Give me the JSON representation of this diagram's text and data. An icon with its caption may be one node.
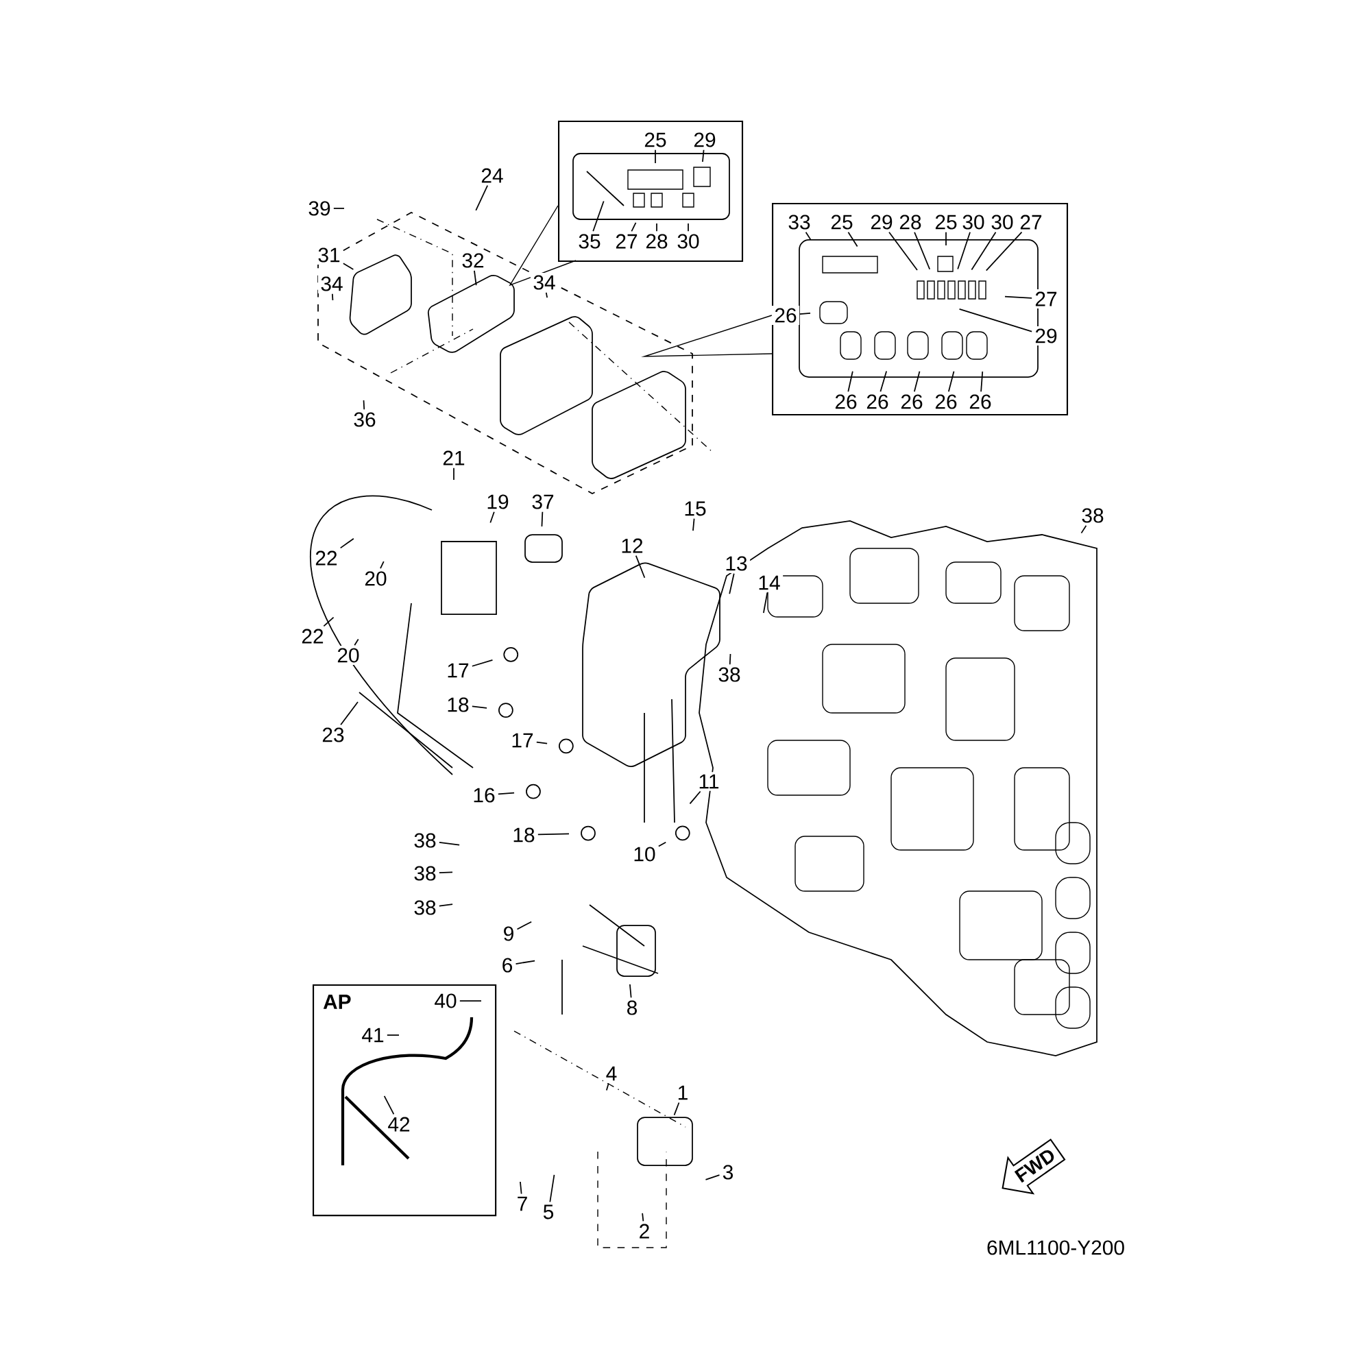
{
  "diagram": {
    "nodes": [
      {
        "text": [],
        "shape": "box"
      },
      {
        "text": [],
        "shape": "box"
      },
      {
        "text": [
          "AP"
        ]
      },
      {
        "text": [
          "25"
        ],
        "in": 0
      },
      {
        "text": [
          "29"
        ],
        "in": 0
      },
      {
        "text": [
          "35"
        ],
        "in": 0
      },
      {
        "text": [
          "27"
        ],
        "in": 0
      },
      {
        "text": [
          "28"
        ],
        "in": 0
      },
      {
        "text": [
          "30"
        ],
        "in": 0
      },
      {
        "text": [
          "33"
        ],
        "in": 1
      },
      {
        "text": [
          "25"
        ],
        "in": 1
      },
      {
        "text": [
          "29"
        ],
        "in": 1
      },
      {
        "text": [
          "28"
        ],
        "in": 1
      },
      {
        "text": [
          "25"
        ],
        "in": 1
      },
      {
        "text": [
          "30"
        ],
        "in": 1
      },
      {
        "text": [
          "30"
        ],
        "in": 1
      },
      {
        "text": [
          "27"
        ],
        "in": 1
      },
      {
        "text": [
          "27"
        ],
        "in": 1
      },
      {
        "text": [
          "26"
        ],
        "in": 1
      },
      {
        "text": [
          "29"
        ],
        "in": 1
      },
      {
        "text": [
          "26"
        ],
        "in": 1
      },
      {
        "text": [
          "26"
        ],
        "in": 1
      },
      {
        "text": [
          "26"
        ],
        "in": 1
      },
      {
        "text": [
          "26"
        ],
        "in": 1
      },
      {
        "text": [
          "26"
        ],
        "in": 1
      },
      {
        "text": [
          "24"
        ]
      },
      {
        "text": [
          "39"
        ]
      },
      {
        "text": [
          "31"
        ]
      },
      {
        "text": [
          "32"
        ]
      },
      {
        "text": [
          "34"
        ]
      },
      {
        "text": [
          "34"
        ]
      },
      {
        "text": [
          "36"
        ]
      },
      {
        "text": [
          "21"
        ]
      },
      {
        "text": [
          "19"
        ]
      },
      {
        "text": [
          "37"
        ]
      },
      {
        "text": [
          "12"
        ]
      },
      {
        "text": [
          "15"
        ]
      },
      {
        "text": [
          "13"
        ]
      },
      {
        "text": [
          "14"
        ]
      },
      {
        "text": [
          "22"
        ]
      },
      {
        "text": [
          "22"
        ]
      },
      {
        "text": [
          "20"
        ]
      },
      {
        "text": [
          "20"
        ]
      },
      {
        "text": [
          "38"
        ]
      },
      {
        "text": [
          "17"
        ]
      },
      {
        "text": [
          "18"
        ]
      },
      {
        "text": [
          "17"
        ]
      },
      {
        "text": [
          "23"
        ]
      },
      {
        "text": [
          "16"
        ]
      },
      {
        "text": [
          "11"
        ]
      },
      {
        "text": [
          "18"
        ]
      },
      {
        "text": [
          "10"
        ]
      },
      {
        "text": [
          "38"
        ]
      },
      {
        "text": [
          "38"
        ]
      },
      {
        "text": [
          "38"
        ]
      },
      {
        "text": [
          "9"
        ]
      },
      {
        "text": [
          "6"
        ]
      },
      {
        "text": [
          "8"
        ]
      },
      {
        "text": [
          "40"
        ],
        "in": 2
      },
      {
        "text": [
          "41"
        ],
        "in": 2
      },
      {
        "text": [
          "42"
        ],
        "in": 2
      },
      {
        "text": [
          "4"
        ]
      },
      {
        "text": [
          "1"
        ]
      },
      {
        "text": [
          "3"
        ]
      },
      {
        "text": [
          "7"
        ]
      },
      {
        "text": [
          "5"
        ]
      },
      {
        "text": [
          "2"
        ]
      },
      {
        "text": [
          "38"
        ]
      },
      {
        "text": [
          "FWD"
        ]
      }
    ],
    "edges": [
      {
        "from": 3,
        "to": null,
        "arrow": "none"
      },
      {
        "from": 4,
        "to": null,
        "arrow": "none"
      },
      {
        "from": 5,
        "to": null,
        "arrow": "none"
      },
      {
        "from": 6,
        "to": null,
        "arrow": "none"
      },
      {
        "from": 7,
        "to": null,
        "arrow": "none"
      },
      {
        "from": 8,
        "to": null,
        "arrow": "none"
      },
      {
        "from": 9,
        "to": null,
        "arrow": "none"
      },
      {
        "from": 10,
        "to": null,
        "arrow": "none"
      },
      {
        "from": 11,
        "to": null,
        "arrow": "none"
      },
      {
        "from": 12,
        "to": null,
        "arrow": "none"
      },
      {
        "from": 13,
        "to": null,
        "arrow": "none"
      },
      {
        "from": 14,
        "to": null,
        "arrow": "none"
      },
      {
        "from": 15,
        "to": null,
        "arrow": "none"
      },
      {
        "from": 16,
        "to": null,
        "arrow": "none"
      },
      {
        "from": 17,
        "to": null,
        "arrow": "none"
      },
      {
        "from": 18,
        "to": null,
        "arrow": "none"
      },
      {
        "from": 19,
        "to": null,
        "arrow": "none"
      },
      {
        "from": 20,
        "to": null,
        "arrow": "none"
      },
      {
        "from": 21,
        "to": null,
        "arrow": "none"
      },
      {
        "from": 22,
        "to": null,
        "arrow": "none"
      },
      {
        "from": 23,
        "to": null,
        "arrow": "none"
      },
      {
        "from": 24,
        "to": null,
        "arrow": "none"
      },
      {
        "from": 25,
        "to": null,
        "arrow": "none"
      },
      {
        "from": 26,
        "to": null,
        "arrow": "none"
      },
      {
        "from": 27,
        "to": null,
        "arrow": "none"
      },
      {
        "from": 28,
        "to": null,
        "arrow": "none"
      },
      {
        "from": 29,
        "to": null,
        "arrow": "none"
      },
      {
        "from": 30,
        "to": null,
        "arrow": "none"
      },
      {
        "from": 31,
        "to": null,
        "arrow": "none"
      },
      {
        "from": 32,
        "to": null,
        "arrow": "none"
      },
      {
        "from": 33,
        "to": null,
        "arrow": "none"
      },
      {
        "from": 34,
        "to": null,
        "arrow": "none"
      },
      {
        "from": 35,
        "to": null,
        "arrow": "none"
      },
      {
        "from": 36,
        "to": null,
        "arrow": "none"
      },
      {
        "from": 37,
        "to": null,
        "arrow": "none"
      },
      {
        "from": 38,
        "to": null,
        "arrow": "none"
      },
      {
        "from": 39,
        "to": null,
        "arrow": "none"
      },
      {
        "from": 40,
        "to": null,
        "arrow": "none"
      },
      {
        "from": 41,
        "to": null,
        "arrow": "none"
      },
      {
        "from": 42,
        "to": null,
        "arrow": "none"
      },
      {
        "from": 43,
        "to": null,
        "arrow": "none"
      },
      {
        "from": 44,
        "to": null,
        "arrow": "none"
      },
      {
        "from": 45,
        "to": null,
        "arrow": "none"
      },
      {
        "from": 46,
        "to": null,
        "arrow": "none"
      },
      {
        "from": 47,
        "to": null,
        "arrow": "none"
      },
      {
        "from": 48,
        "to": null,
        "arrow": "none"
      },
      {
        "from": 49,
        "to": null,
        "arrow": "none"
      },
      {
        "from": 50,
        "to": null,
        "arrow": "none"
      },
      {
        "from": 51,
        "to": null,
        "arrow": "none"
      },
      {
        "from": 52,
        "to": null,
        "arrow": "none"
      },
      {
        "from": 53,
        "to": null,
        "arrow": "none"
      },
      {
        "from": 54,
        "to": null,
        "arrow": "none"
      },
      {
        "from": 55,
        "to": null,
        "arrow": "none"
      },
      {
        "from": 56,
        "to": null,
        "arrow": "none"
      },
      {
        "from": 57,
        "to": null,
        "arrow": "none"
      },
      {
        "from": 58,
        "to": null,
        "arrow": "none"
      },
      {
        "from": 59,
        "to": null,
        "arrow": "none"
      },
      {
        "from": 60,
        "to": null,
        "arrow": "none"
      },
      {
        "from": 61,
        "to": null,
        "arrow": "none"
      },
      {
        "from": 62,
        "to": null,
        "arrow": "none"
      },
      {
        "from": 63,
        "to": null,
        "arrow": "none"
      },
      {
        "from": 64,
        "to": null,
        "arrow": "none"
      },
      {
        "from": 65,
        "to": null,
        "arrow": "none"
      },
      {
        "from": 66,
        "to": null,
        "arrow": "none"
      },
      {
        "from": 67,
        "to": null,
        "arrow": "none"
      }
    ],
    "labels": [
      "6ML1100-Y200"
    ]
  }
}
